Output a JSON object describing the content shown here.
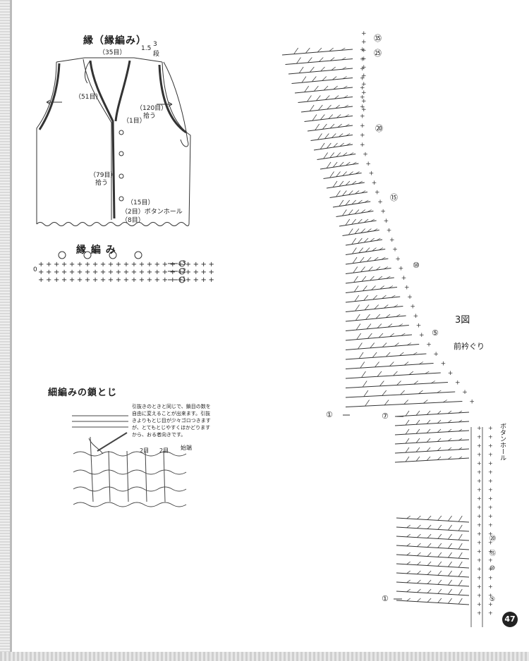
{
  "vest": {
    "title": "縁（縁編み）",
    "back_count": "（35目）",
    "shoulder_a": "1.5",
    "shoulder_b": "3",
    "shoulder_unit": "段",
    "neck_count": "（51目）",
    "front_count": "（120目）",
    "front_pickup": "拾う",
    "first_stitch": "（1目）",
    "side_count": "（79目）",
    "side_pickup": "拾う",
    "count_15": "（15目）",
    "buttonhole": "（2目）ボタンホール",
    "count_8": "（8目）"
  },
  "edging": {
    "title": "縁 編 み",
    "row_labels": [
      "3",
      "2",
      "1"
    ],
    "start_mark": "0"
  },
  "chain_bind": {
    "title": "細編みの鎖とじ",
    "note": "引抜きのときと同じで、鎖目の数を自由に変えることが出来ます。引抜きよりもとじ目が少々ゴロつきますが、とてもとじやすくほかどりますから、おる者向きです。",
    "label_2a": "2目",
    "label_2b": "2目",
    "label_end": "始端"
  },
  "front_collar": {
    "fig": "3図",
    "title": "前衿ぐり",
    "buttonhole": "ボタンホール",
    "row_marks": [
      "㉟",
      "㉕",
      "⑳",
      "⑮",
      "⑩",
      "⑤",
      "①",
      "⑦"
    ],
    "bottom_marks": [
      "⑳",
      "⑮",
      "⑩",
      "⑤",
      "①"
    ]
  },
  "page": {
    "number": "47"
  }
}
